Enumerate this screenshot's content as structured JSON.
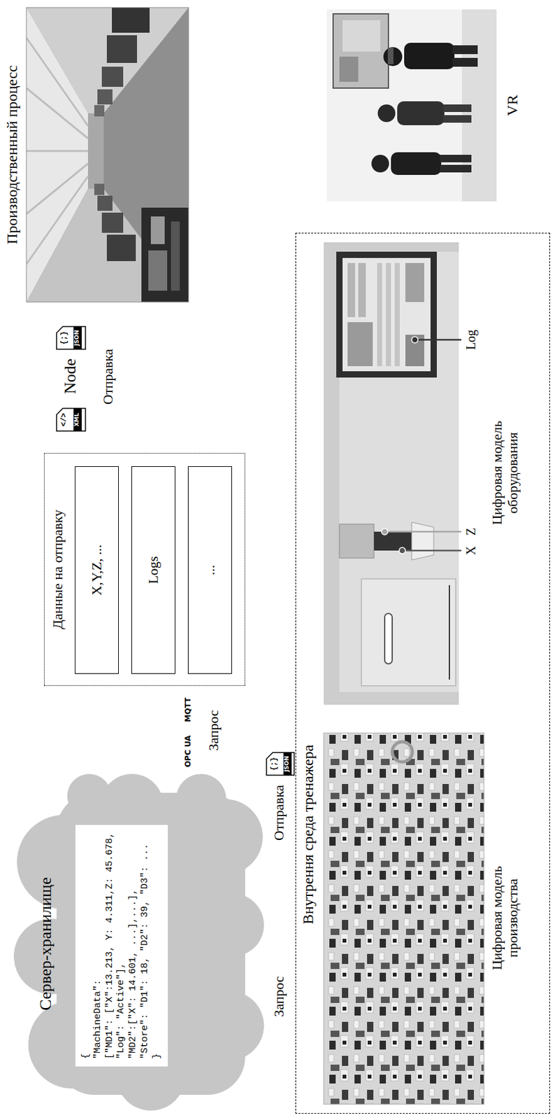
{
  "diagram": {
    "nodes": [
      {
        "text": [
          "Производственный процесс"
        ]
      },
      {
        "text": [
          "Данные на отправку"
        ]
      },
      {
        "text": [
          "X,Y,Z, ..."
        ],
        "in": 1
      },
      {
        "text": [
          "Logs"
        ],
        "in": 1
      },
      {
        "text": [
          "..."
        ],
        "in": 1
      },
      {
        "text": [
          "Сервер-хранилище"
        ]
      },
      {
        "text": [
          "{",
          "\"MachineData\":",
          "[\"MD1\": [\"X\":13.213, Y: 4.311,Z: 45.678,",
          "\"Log\": \"Active\"],",
          "\"MD2\":[\"X\": 14.601, ...],...],",
          "\"Store\": \"D1\": 18, \"D2\": 39, \"D3\": ...",
          "}"
        ],
        "in": 5
      },
      {
        "text": [
          "Внутрення среда тренажера"
        ]
      },
      {
        "text": [
          "Цифровая модель производства"
        ],
        "in": 7
      },
      {
        "text": [
          "Цифровая модель оборудования"
        ],
        "in": 7
      },
      {
        "text": [
          "VR"
        ]
      }
    ],
    "edges": [
      {
        "from": 0,
        "to": 1,
        "arrow": "to",
        "label": "Отправка"
      },
      {
        "from": 1,
        "to": 0,
        "arrow": "to"
      },
      {
        "from": 1,
        "to": 5,
        "arrow": "to"
      },
      {
        "from": 5,
        "to": 1,
        "arrow": "to",
        "label": "Запрос"
      },
      {
        "from": 5,
        "to": 7,
        "arrow": "to",
        "label": "Отправка"
      },
      {
        "from": 7,
        "to": 5,
        "arrow": "to",
        "label": "Запрос"
      },
      {
        "from": 8,
        "to": 9,
        "arrow": "to"
      },
      {
        "from": 7,
        "to": 10,
        "arrow": "both"
      }
    ],
    "labels": [
      "</>",
      "XML",
      "Node",
      "{;}",
      "JSON",
      "OPC UA",
      "MQTT",
      "{;}",
      "JSON",
      "Log",
      "X",
      "Z"
    ]
  }
}
